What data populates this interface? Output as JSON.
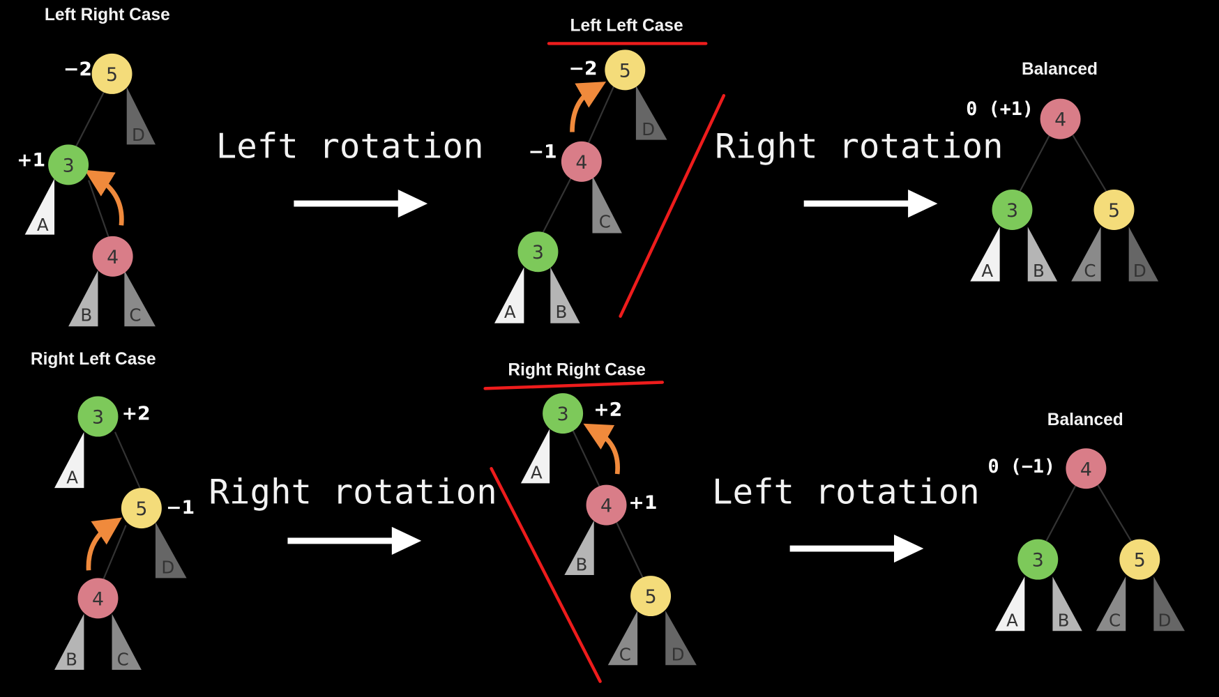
{
  "colors": {
    "background": "#000000",
    "node_3": "#7dc95a",
    "node_4": "#d97d88",
    "node_5": "#f4dc7a",
    "subtree_A": "#f2f2f2",
    "subtree_B": "#b5b5b5",
    "subtree_C": "#8a8a8a",
    "subtree_D": "#666666",
    "rotation_arrow": "#f08a3c",
    "annotation_red": "#ee1c1c",
    "operation_arrow": "#ffffff"
  },
  "top_row": {
    "left_right_case": {
      "title": "Left Right Case",
      "nodes": [
        {
          "value": "5",
          "balance": "−2"
        },
        {
          "value": "3",
          "balance": "+1"
        },
        {
          "value": "4",
          "balance": ""
        }
      ],
      "subtrees": [
        "A",
        "B",
        "C",
        "D"
      ]
    },
    "op1": {
      "label": "Left rotation",
      "arrow": "right-arrow"
    },
    "left_left_case": {
      "title": "Left Left Case",
      "nodes": [
        {
          "value": "5",
          "balance": "−2"
        },
        {
          "value": "4",
          "balance": "−1"
        },
        {
          "value": "3",
          "balance": ""
        }
      ],
      "subtrees": [
        "A",
        "B",
        "C",
        "D"
      ]
    },
    "op2": {
      "label": "Right rotation",
      "arrow": "right-arrow"
    },
    "balanced": {
      "title": "Balanced",
      "root_balance": "0 (+1)",
      "nodes": [
        {
          "value": "4"
        },
        {
          "value": "3"
        },
        {
          "value": "5"
        }
      ],
      "subtrees": [
        "A",
        "B",
        "C",
        "D"
      ]
    }
  },
  "bottom_row": {
    "right_left_case": {
      "title": "Right Left Case",
      "nodes": [
        {
          "value": "3",
          "balance": "+2"
        },
        {
          "value": "5",
          "balance": "−1"
        },
        {
          "value": "4",
          "balance": ""
        }
      ],
      "subtrees": [
        "A",
        "B",
        "C",
        "D"
      ]
    },
    "op1": {
      "label": "Right rotation",
      "arrow": "right-arrow"
    },
    "right_right_case": {
      "title": "Right Right Case",
      "nodes": [
        {
          "value": "3",
          "balance": "+2"
        },
        {
          "value": "4",
          "balance": "+1"
        },
        {
          "value": "5",
          "balance": ""
        }
      ],
      "subtrees": [
        "A",
        "B",
        "C",
        "D"
      ]
    },
    "op2": {
      "label": "Left rotation",
      "arrow": "right-arrow"
    },
    "balanced": {
      "title": "Balanced",
      "root_balance": "0 (−1)",
      "nodes": [
        {
          "value": "4"
        },
        {
          "value": "3"
        },
        {
          "value": "5"
        }
      ],
      "subtrees": [
        "A",
        "B",
        "C",
        "D"
      ]
    }
  }
}
